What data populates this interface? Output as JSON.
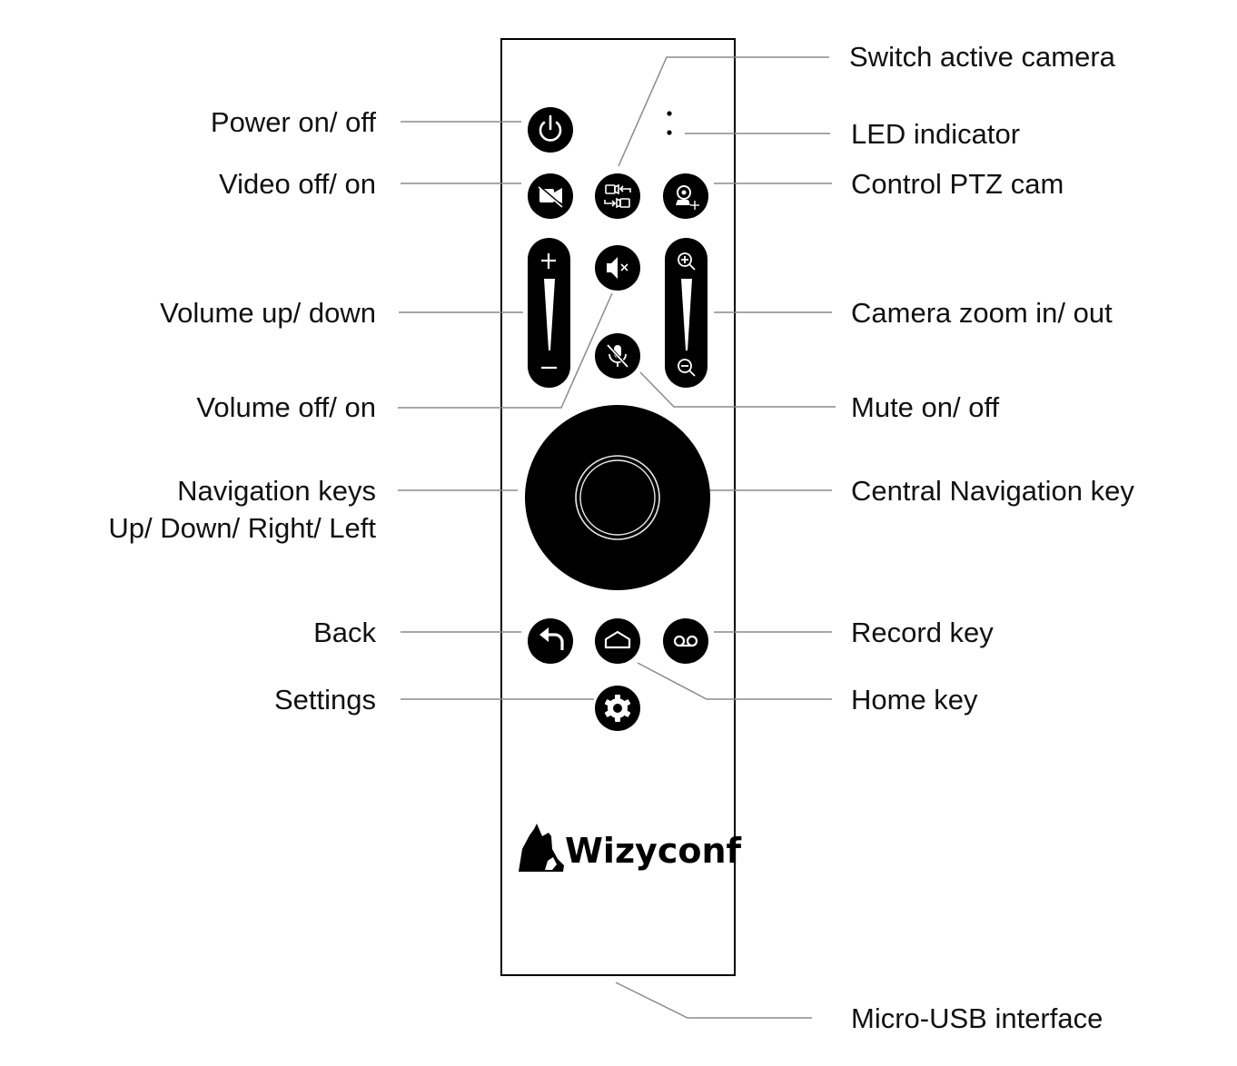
{
  "colors": {
    "button": "#000000",
    "line": "#8a8a8a",
    "text": "#111111"
  },
  "brand": {
    "name": "Wizyconf"
  },
  "labels": {
    "power": "Power on/ off",
    "video": "Video off/ on",
    "volume_updown": "Volume up/ down",
    "volume_offon": "Volume off/ on",
    "navigation_line1": "Navigation keys",
    "navigation_line2": "Up/ Down/ Right/ Left",
    "back": "Back",
    "settings": "Settings",
    "switch_camera": "Switch active camera",
    "led": "LED indicator",
    "ptz": "Control PTZ cam",
    "zoom": "Camera zoom in/ out",
    "mute": "Mute on/ off",
    "central_nav": "Central Navigation key",
    "record": "Record key",
    "home": "Home key",
    "usb": "Micro-USB interface"
  },
  "icons": {
    "power": "power-icon",
    "video": "video-off-icon",
    "switch_camera": "camera-switch-icon",
    "ptz": "ptz-camera-icon",
    "volume_mute": "speaker-mute-icon",
    "mic_mute": "mic-mute-icon",
    "back": "back-arrow-icon",
    "home": "home-icon",
    "record": "voicemail-icon",
    "settings": "gear-icon",
    "logo": "cat-logo-icon"
  }
}
